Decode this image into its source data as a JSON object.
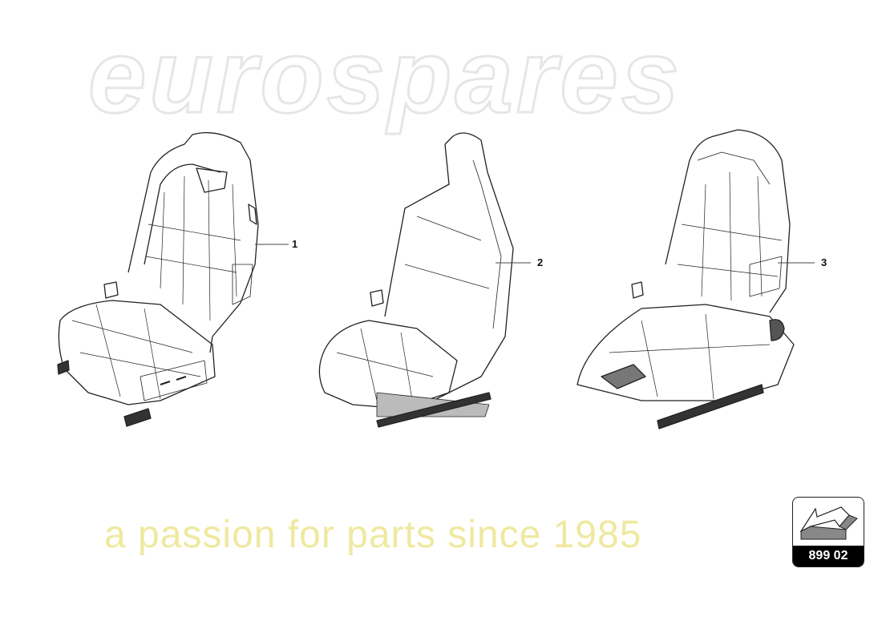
{
  "watermark": {
    "brand": "eurospares",
    "tagline": "a passion for parts since 1985"
  },
  "callouts": [
    {
      "label": "1"
    },
    {
      "label": "2"
    },
    {
      "label": "3"
    }
  ],
  "badge": {
    "icon": "arrow-block-icon",
    "code": "899 02"
  }
}
